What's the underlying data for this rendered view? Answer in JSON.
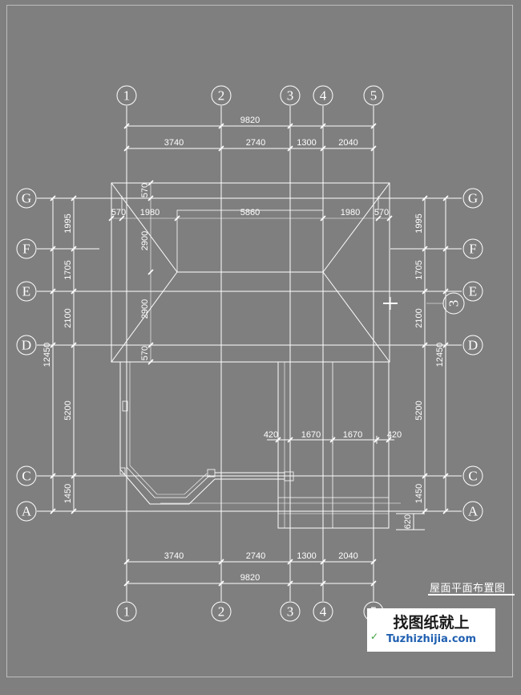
{
  "drawing": {
    "title": "屋面平面布置图",
    "colors": {
      "background": "#7f7f7f",
      "line": "#ffffff",
      "frame": "#bcbcbc"
    },
    "axes_vertical": [
      "1",
      "2",
      "3",
      "4",
      "5"
    ],
    "axes_horizontal": [
      "G",
      "F",
      "E",
      "D",
      "C",
      "A"
    ],
    "top_total": "9820",
    "top_spans": [
      "3740",
      "2740",
      "1300",
      "2040"
    ],
    "bottom_total": "9820",
    "bottom_spans": [
      "3740",
      "2740",
      "1300",
      "2040"
    ],
    "left_total": "12450",
    "left_spans": [
      "1995",
      "1705",
      "2100",
      "5200",
      "1450"
    ],
    "right_total": "12450",
    "right_spans": [
      "1995",
      "1705",
      "2100",
      "5200",
      "1450"
    ],
    "roof_horizontal": [
      "570",
      "1980",
      "5860",
      "1980",
      "570"
    ],
    "roof_vertical": [
      "570",
      "2900",
      "2900",
      "570"
    ],
    "porch_spans": [
      "420",
      "1670",
      "1670",
      "420"
    ],
    "porch_depth": "620",
    "section_mark": "3"
  },
  "watermark": {
    "name": "找图纸就上",
    "url": "Tuzhizhijia.com"
  }
}
